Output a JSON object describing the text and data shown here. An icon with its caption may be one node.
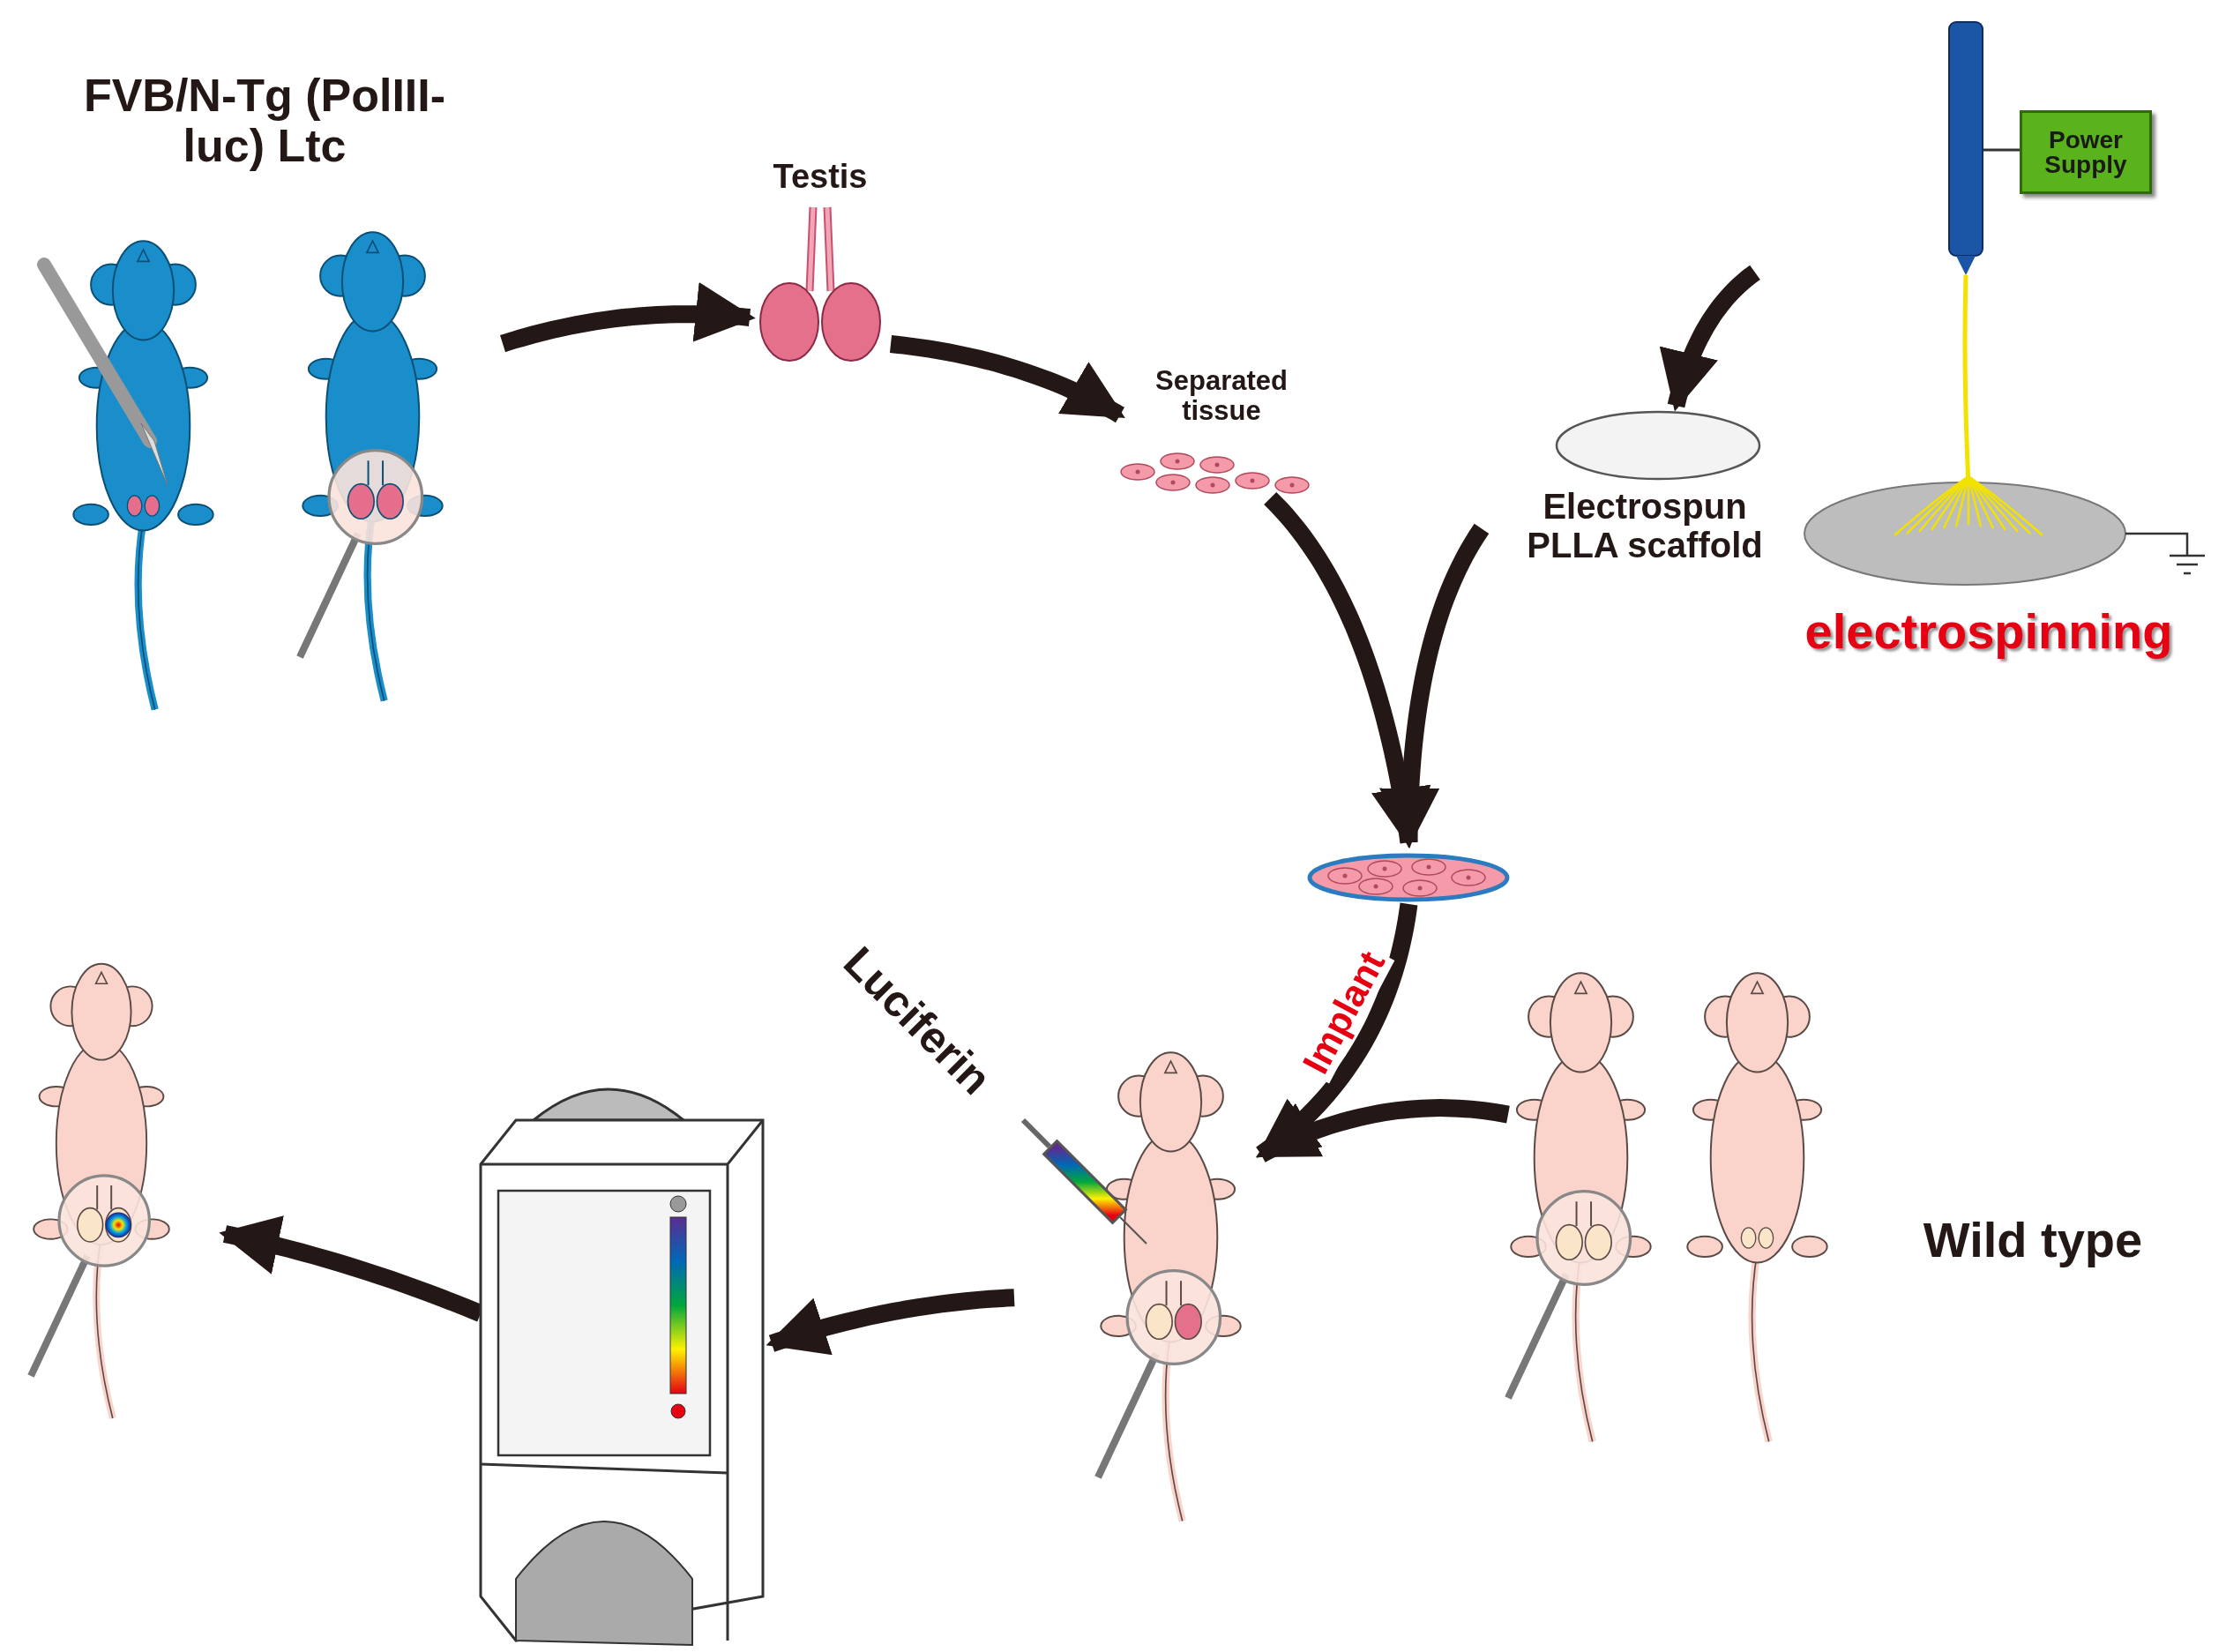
{
  "diagram": {
    "nodes": [
      {
        "text": [
          "FVB/N-Tg (PolIII-luc) Ltc"
        ]
      },
      {
        "text": [
          "Testis"
        ]
      },
      {
        "text": [
          "Separated tissue"
        ]
      },
      {
        "text": [
          "Electrospun PLLA scaffold"
        ]
      },
      {
        "text": [
          "electrospinning"
        ]
      },
      {
        "text": [
          "Power Supply"
        ],
        "in": 4
      },
      {
        "text": [],
        "shape": "picture"
      },
      {
        "text": [],
        "shape": "picture"
      },
      {
        "text": [
          "Wild type"
        ]
      },
      {
        "text": [],
        "shape": "picture"
      },
      {
        "text": [],
        "shape": "picture"
      }
    ],
    "edges": [
      {
        "from": 0,
        "to": 1,
        "arrow": "to"
      },
      {
        "from": 1,
        "to": 2,
        "arrow": "to"
      },
      {
        "from": 4,
        "to": 3,
        "arrow": "to"
      },
      {
        "from": 2,
        "to": 6,
        "arrow": "to"
      },
      {
        "from": 3,
        "to": 6,
        "arrow": "to"
      },
      {
        "from": 6,
        "to": 7,
        "arrow": "to",
        "label": "Implant"
      },
      {
        "from": 8,
        "to": 7,
        "arrow": "to"
      },
      {
        "from": 7,
        "to": 9,
        "arrow": "to"
      },
      {
        "from": 9,
        "to": 10,
        "arrow": "to"
      }
    ],
    "labels": [
      "Luciferin"
    ]
  }
}
